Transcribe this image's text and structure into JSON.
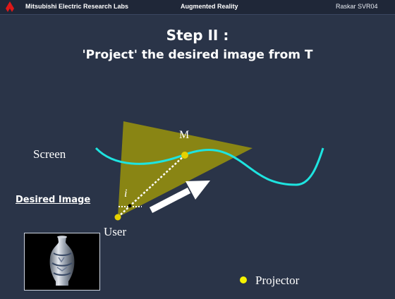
{
  "header": {
    "org": "Mitsubishi Electric Research Labs",
    "topic": "Augmented Reality",
    "author": "Raskar SVR04"
  },
  "title": {
    "line1": "Step II :",
    "line2": "'Project' the desired image from T"
  },
  "diagram": {
    "screen_label": "Screen",
    "point_label": "M",
    "user_label": "User",
    "image_point_label": "i",
    "desired_image_label": "Desired Image",
    "legend_label": "Projector"
  },
  "colors": {
    "background": "#2a3448",
    "frustum": "#8e8a12",
    "screen_curve": "#1ee4e0",
    "projector_marker": "#f5f200",
    "arrow": "#ffffff"
  }
}
